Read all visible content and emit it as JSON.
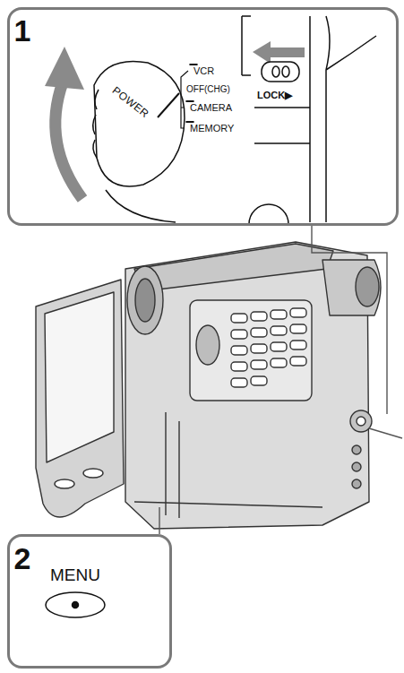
{
  "diagram": {
    "nodes": [
      {
        "text": [
          "1"
        ]
      },
      {
        "text": [
          "VCR"
        ],
        "in": 0
      },
      {
        "text": [
          "CAMERA"
        ],
        "in": 0
      },
      {
        "text": [
          "MEMORY"
        ],
        "in": 0
      },
      {
        "text": [
          "2",
          "MENU"
        ]
      }
    ],
    "labels": [
      "POWER",
      "OFF(CHG)",
      "LOCK▶"
    ]
  }
}
